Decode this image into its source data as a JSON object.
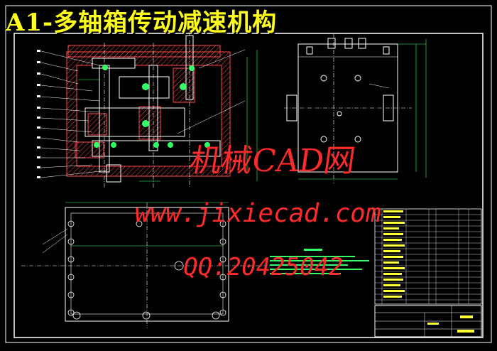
{
  "title": "A1-多轴箱传动减速机构",
  "watermark": {
    "site_name": "机械CAD网",
    "url": "www.jixiecad.com",
    "qq": "QQ:20425042"
  },
  "colors": {
    "background": "#000000",
    "border": "#ffffff",
    "title": "#ffff1a",
    "section": "#ff4a4a",
    "green": "#33ff66",
    "cyan": "#33dddd",
    "yellow": "#ffff33",
    "watermark": "#ff2a2a"
  }
}
